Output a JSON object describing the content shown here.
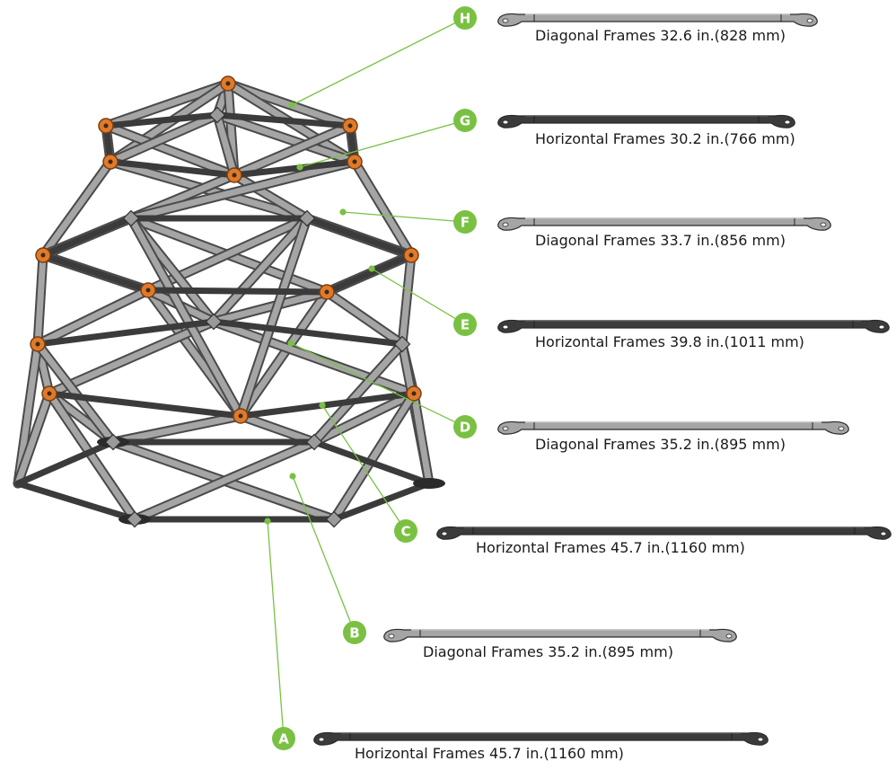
{
  "colors": {
    "accent_green": "#7ac143",
    "node_orange": "#e07a2a",
    "diagonal_gray": "#a5a5a5",
    "horizontal_dark": "#3b3b3b"
  },
  "parts": [
    {
      "letter": "H",
      "label": "Diagonal Frames 32.6 in.(828 mm)",
      "type": "diagonal"
    },
    {
      "letter": "G",
      "label": "Horizontal Frames 30.2 in.(766 mm)",
      "type": "horizontal"
    },
    {
      "letter": "F",
      "label": "Diagonal Frames 33.7 in.(856 mm)",
      "type": "diagonal"
    },
    {
      "letter": "E",
      "label": "Horizontal Frames 39.8 in.(1011 mm)",
      "type": "horizontal"
    },
    {
      "letter": "D",
      "label": "Diagonal Frames 35.2 in.(895 mm)",
      "type": "diagonal"
    },
    {
      "letter": "C",
      "label": "Horizontal Frames 45.7 in.(1160 mm)",
      "type": "horizontal"
    },
    {
      "letter": "B",
      "label": "Diagonal Frames 35.2 in.(895 mm)",
      "type": "diagonal"
    },
    {
      "letter": "A",
      "label": "Horizontal Frames 45.7 in.(1160 mm)",
      "type": "horizontal"
    }
  ]
}
